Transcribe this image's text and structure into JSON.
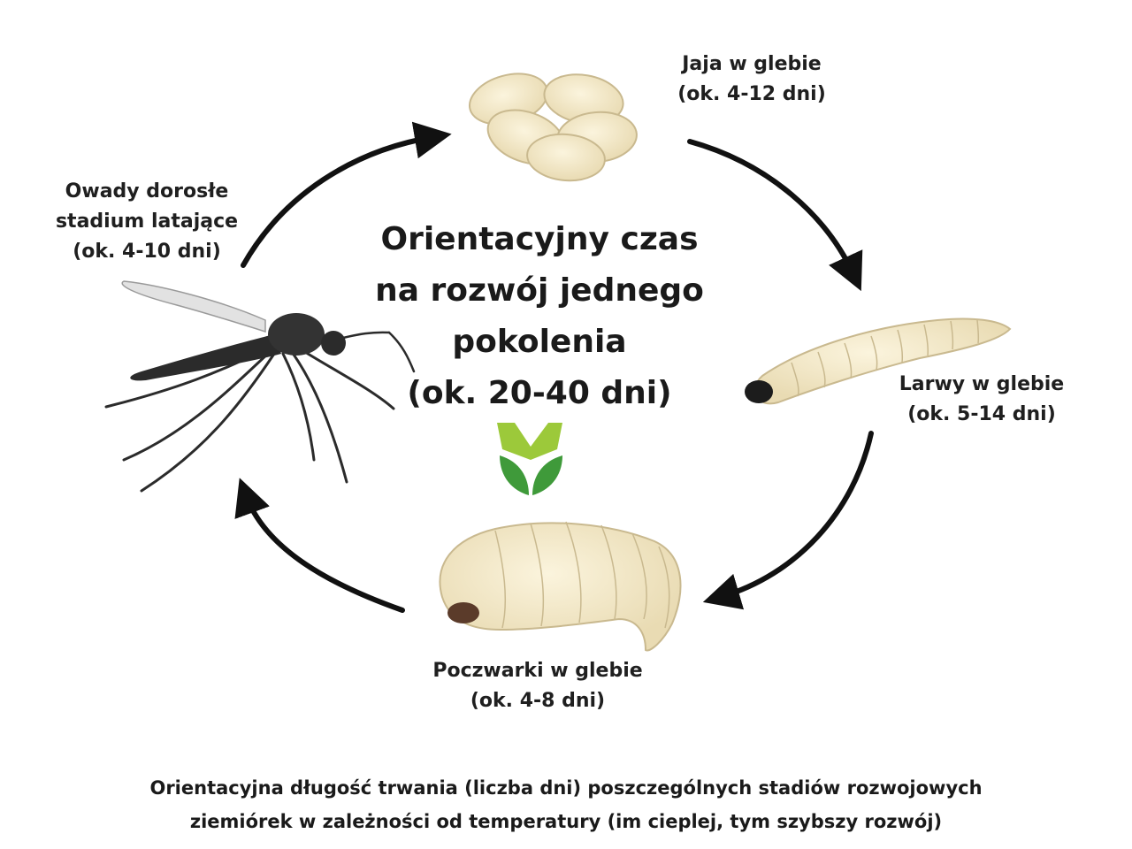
{
  "center": {
    "lines": [
      "Orientacyjny czas",
      "na rozwój jednego",
      "pokolenia",
      "(ok. 20-40 dni)"
    ]
  },
  "stages": {
    "eggs": {
      "name": "Jaja w glebie",
      "duration": "(ok. 4-12 dni)"
    },
    "larvae": {
      "name": "Larwy w glebie",
      "duration": "(ok. 5-14 dni)"
    },
    "pupae": {
      "name": "Poczwarki w glebie",
      "duration": "(ok. 4-8 dni)"
    },
    "adult": {
      "name_line1": "Owady dorosłe",
      "name_line2": "stadium latające",
      "duration": "(ok. 4-10 dni)"
    }
  },
  "caption": {
    "line1": "Orientacyjna długość trwania (liczba dni) poszczególnych stadiów rozwojowych",
    "line2": "ziemiórek w zależności od temperatury (im cieplej, tym szybszy rozwój)"
  },
  "colors": {
    "arrow": "#111111",
    "creature_body": "#f1e6c4",
    "creature_outline": "#c9b98f",
    "insect": "#2b2b2b",
    "logo_green": "#3f9a3a",
    "logo_lime": "#9cc93a"
  },
  "icons": {
    "eggs": "egg-cluster-icon",
    "larva": "larva-icon",
    "pupa": "pupa-icon",
    "adult": "fungus-gnat-icon",
    "logo": "plant-logo-icon"
  }
}
